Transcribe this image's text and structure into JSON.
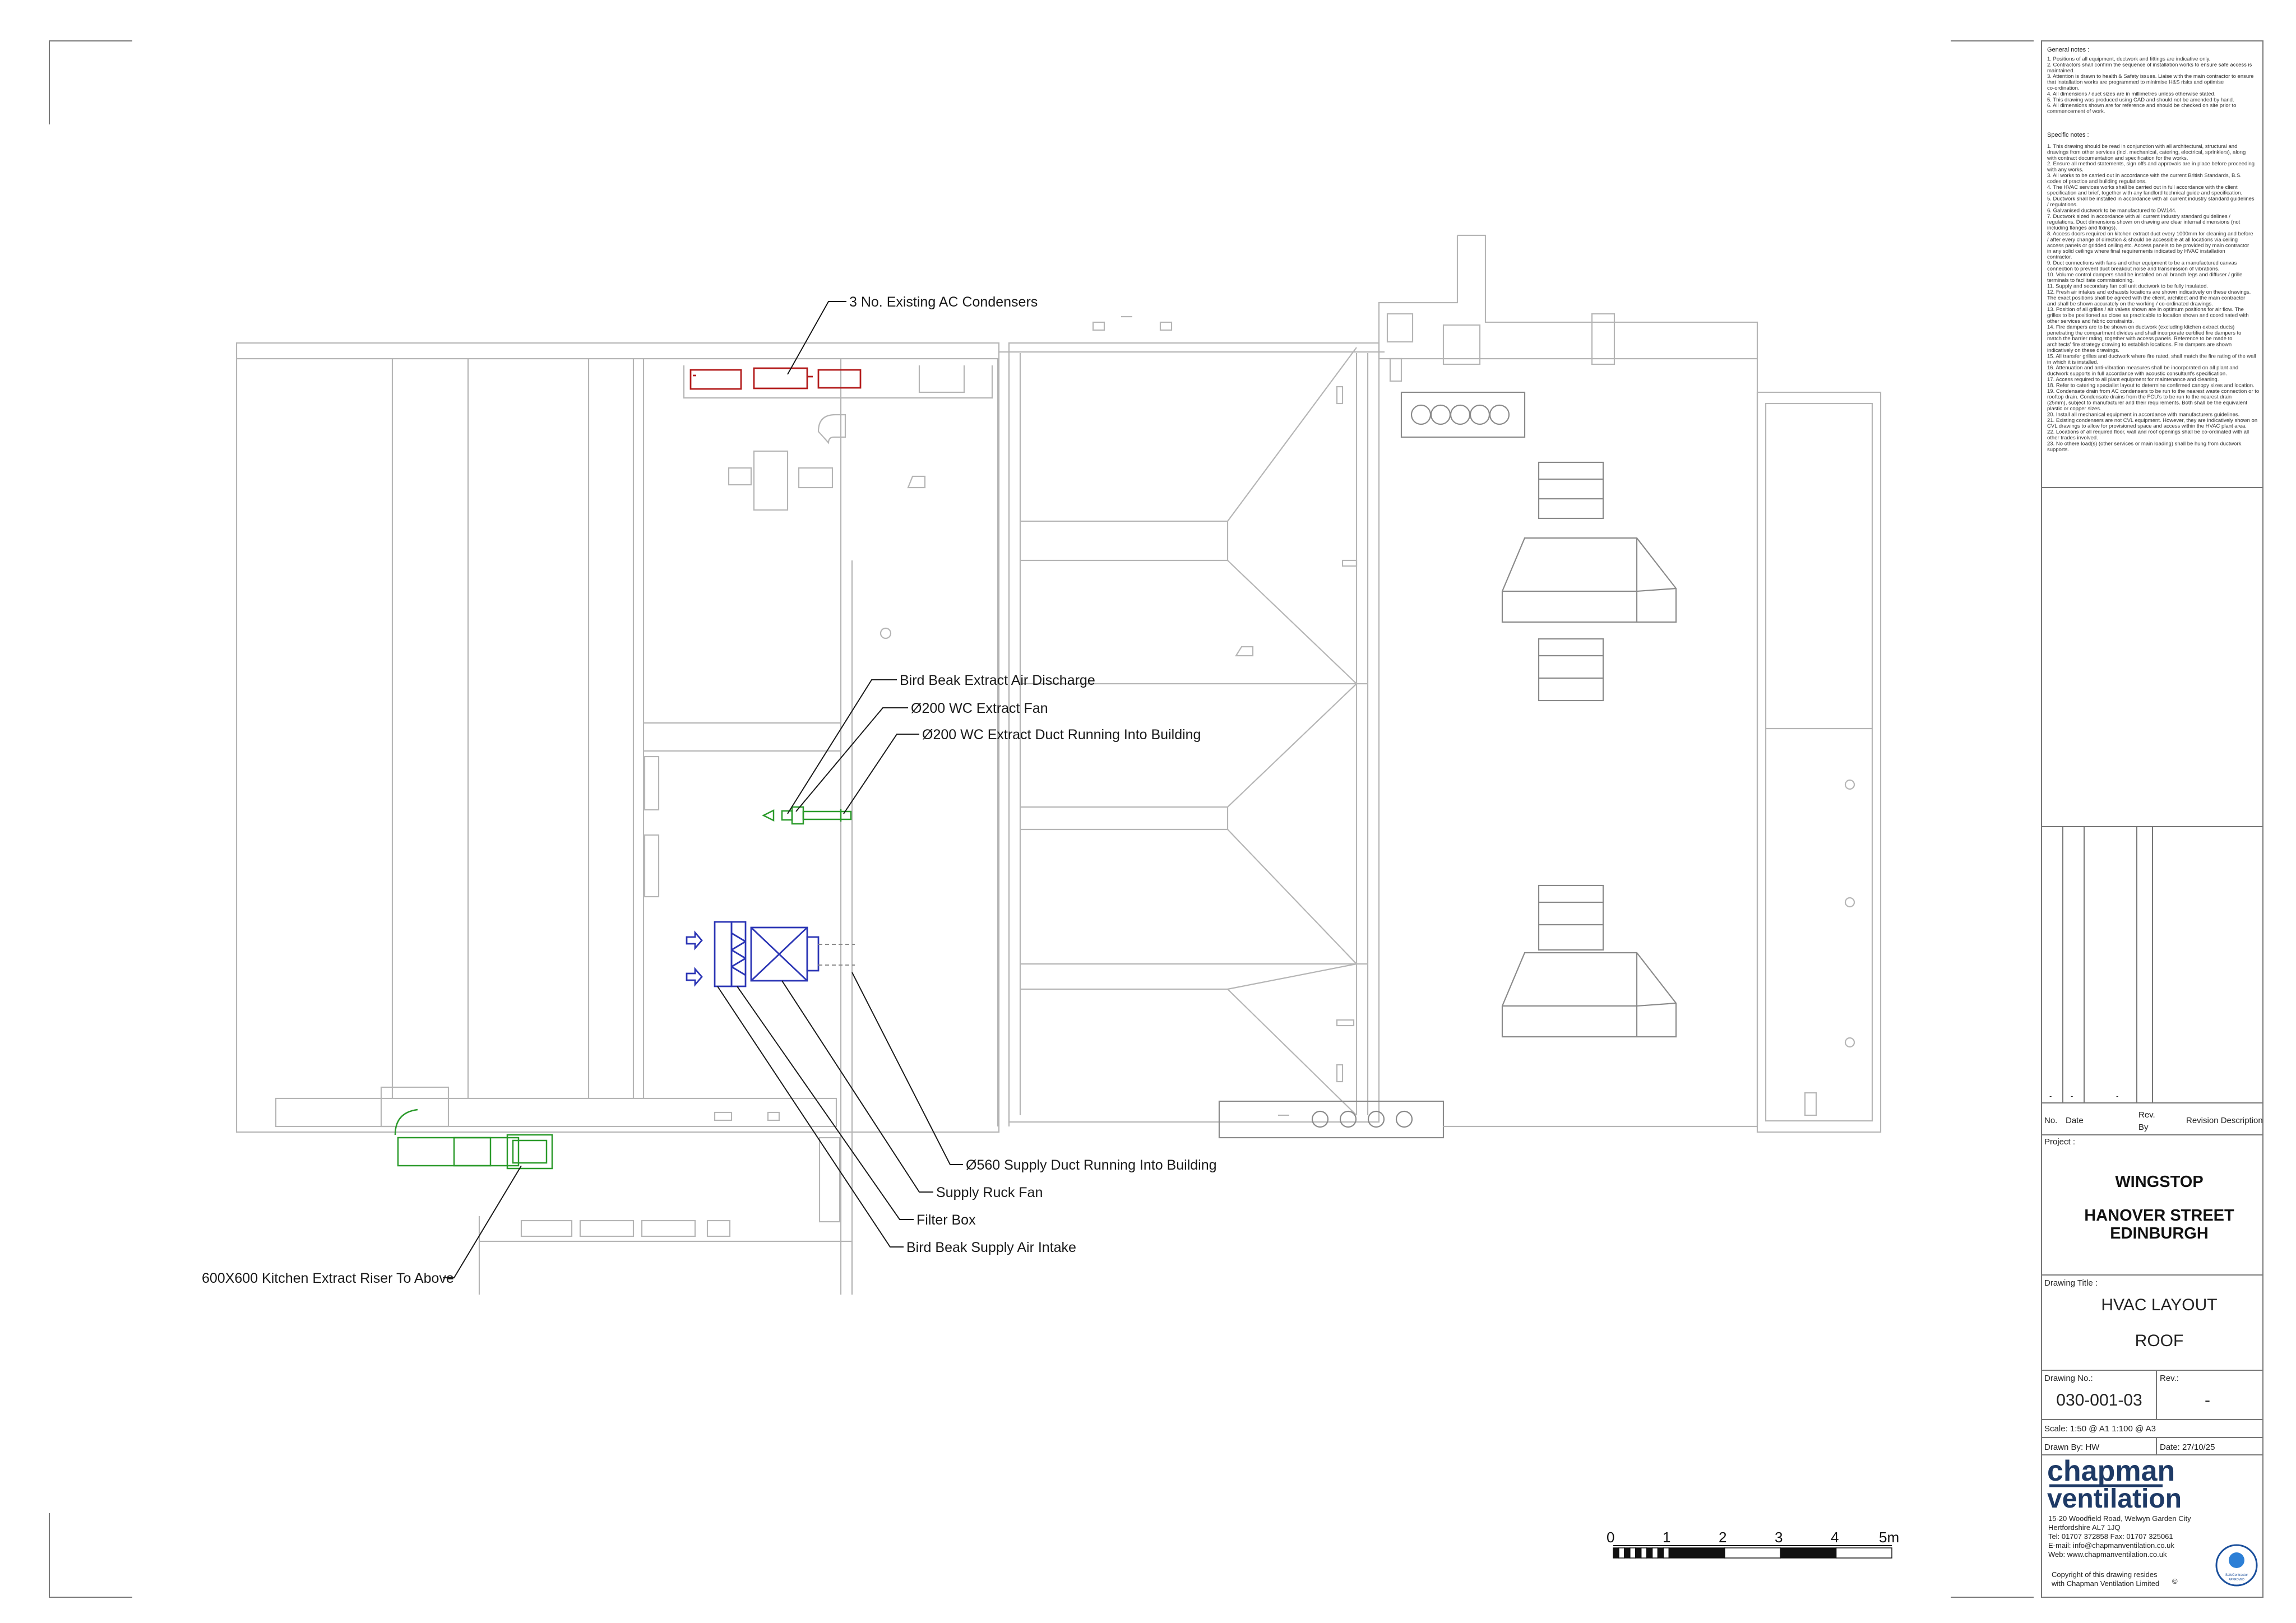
{
  "labels": {
    "ac": "3 No. Existing AC Condensers",
    "bird_discharge": "Bird Beak Extract Air Discharge",
    "wc_fan": "Ø200 WC Extract Fan",
    "wc_duct": "Ø200 WC Extract Duct Running Into Building",
    "supply_duct": "Ø560 Supply Duct Running Into Building",
    "ruck_fan": "Supply Ruck Fan",
    "filter_box": "Filter Box",
    "bird_intake": "Bird Beak Supply Air Intake",
    "kitchen_riser": "600X600 Kitchen Extract Riser To Above"
  },
  "notes": {
    "general_title": "General notes :",
    "general": [
      "1.  Positions of all equipment, ductwork and fittings are indicative only.",
      "2.  Contractors shall confirm the sequence of installation works to ensure safe access is",
      "     maintained.",
      "3.  Attention is drawn to health & Safety issues. Liaise with the main contractor to ensure",
      "     that installation works are programmed to minimise H&S risks and optimise",
      "     co-ordination.",
      "4.  All dimensions / duct sizes are in millimetres unless otherwise stated.",
      "5.  This drawing was produced using CAD and should not be amended by hand.",
      "6.  All dimensions shown are for reference and should be checked on site prior to",
      "     commencement of work."
    ],
    "specific_title": "Specific notes :",
    "specific": [
      "1.  This drawing should be read in conjunction with all architectural, structural and",
      "     drawings from other services (incl. mechanical, catering, electrical, sprinklers), along",
      "     with contract documentation and specification for the works.",
      "2.  Ensure all method statements, sign offs and approvals are in place before proceeding",
      "     with any works.",
      "3.  All works to be carried out in accordance with the current British Standards, B.S.",
      "     codes of practice and building regulations.",
      "4.  The HVAC services works shall be carried out in full accordance with the client",
      "     specification and brief, together with any landlord technical guide and specification.",
      "5.  Ductwork shall be installed in accordance with all current industry standard guidelines",
      "     / regulations.",
      "6.  Galvanised ductwork to be manufactured to DW144.",
      "7.  Ductwork sized in accordance with all current industry standard guidelines /",
      "     regulations. Duct dimensions shown on drawing are clear internal dimensions (not",
      "     including flanges and fixings).",
      "8.  Access doors required on kitchen extract duct every 1000mm for cleaning and before",
      "     / after every change of direction & should be accessible at all locations via ceiling",
      "     access panels or gridded ceiling etc. Access panels to be provided by main contractor",
      "     in any solid ceilings where final requirements indicated by HVAC installation",
      "     contractor.",
      "9.  Duct connections with fans and other equipment to be a manufactured canvas",
      "     connection to prevent duct breakout noise and transmission of vibrations.",
      "10. Volume control dampers shall be installed on all branch legs and diffuser / grille",
      "     terminals to facilitate commissioning.",
      "11. Supply and secondary fan coil unit ductwork to be fully insulated.",
      "12. Fresh air intakes and exhausts locations are shown indicatively on these drawings.",
      "     The exact positions shall be agreed with the client, architect and the main contractor",
      "     and shall be shown accurately on the working / co-ordinated drawings.",
      "13. Position of all grilles / air valves shown are in optimum positions for air flow. The",
      "     grilles to be positioned as close as practicable to location shown and coordinated with",
      "     other services and fabric constraints.",
      "14. Fire dampers are to be shown on ductwork (excluding kitchen extract ducts)",
      "     penetrating the compartment divides and shall incorporate certified fire dampers to",
      "     match the barrier rating, together with access panels. Reference to be made to",
      "     architects' fire strategy drawing to establish locations. Fire dampers are shown",
      "     indicatively on these drawings.",
      "15. All transfer grilles and ductwork where fire rated, shall match the fire rating of the wall",
      "     in which it is installed.",
      "16. Attenuation and anti-vibration measures shall be incorporated on all plant and",
      "     ductwork supports in full accordance with acoustic consultant's specification.",
      "17. Access required to all plant equipment for maintenance and cleaning.",
      "18. Refer to catering specialist layout to determine confirmed canopy sizes and location.",
      "19. Condensate drain from AC condensers to be run to the nearest waste connection or to",
      "     rooftop drain. Condensate drains from the FCU's to be run to the nearest drain",
      "     (25mm), subject to manufacturer and their requirements. Both shall be the equivalent",
      "     plastic or copper sizes.",
      "20. Install all mechanical equipment in accordance with manufacturers guidelines.",
      "21. Existing condensers are not CVL equipment. However, they are indicatively shown on",
      "     CVL drawings to allow for provisioned space and access within the HVAC plant area.",
      "22. Locations of all required floor, wall and roof openings shall be co-ordinated with all",
      "     other trades involved.",
      "23. No othere load(s) (other services or main loading) shall be hung from ductwork",
      "     supports."
    ]
  },
  "revision": {
    "dash1": "-",
    "dash2": "-",
    "dash3": "-",
    "col_no": "No.",
    "col_date": "Date",
    "col_rev1": "Rev.",
    "col_rev2": "By",
    "col_desc": "Revision Description"
  },
  "titleblock": {
    "project_label": "Project :",
    "project_1": "WINGSTOP",
    "project_2": "HANOVER STREET",
    "project_3": "EDINBURGH",
    "drawing_title_label": "Drawing Title :",
    "title_1": "HVAC LAYOUT",
    "title_2": "ROOF",
    "drawing_no_label": "Drawing No.:",
    "drawing_no": "030-001-03",
    "rev_label": "Rev.:",
    "rev": "-",
    "scale": "Scale: 1:50 @ A1   1:100 @ A3",
    "drawn_by": "Drawn By: HW",
    "date": "Date: 27/10/25"
  },
  "company": {
    "logo_line1": "chapman",
    "logo_line2": "ventilation",
    "address_1": "15-20 Woodfield Road, Welwyn Garden City",
    "address_2": "Hertfordshire AL7 1JQ",
    "tel": "Tel: 01707 372858     Fax: 01707 325061",
    "email": "E-mail: info@chapmanventilation.co.uk",
    "web": "Web: www.chapmanventilation.co.uk",
    "copyright_1": "Copyright of this drawing resides",
    "copyright_2": "with Chapman Ventilation Limited",
    "copyright_mark": "©",
    "badge_1": "SafeContractor",
    "badge_2": "APPROVED"
  },
  "scale_bar": {
    "ticks": [
      "0",
      "1",
      "2",
      "3",
      "4",
      "5m"
    ]
  },
  "colors": {
    "condensers": "#b31b1b",
    "extract": "#2a9a2a",
    "supply": "#2b35b5",
    "logo": "#1e3a66"
  }
}
